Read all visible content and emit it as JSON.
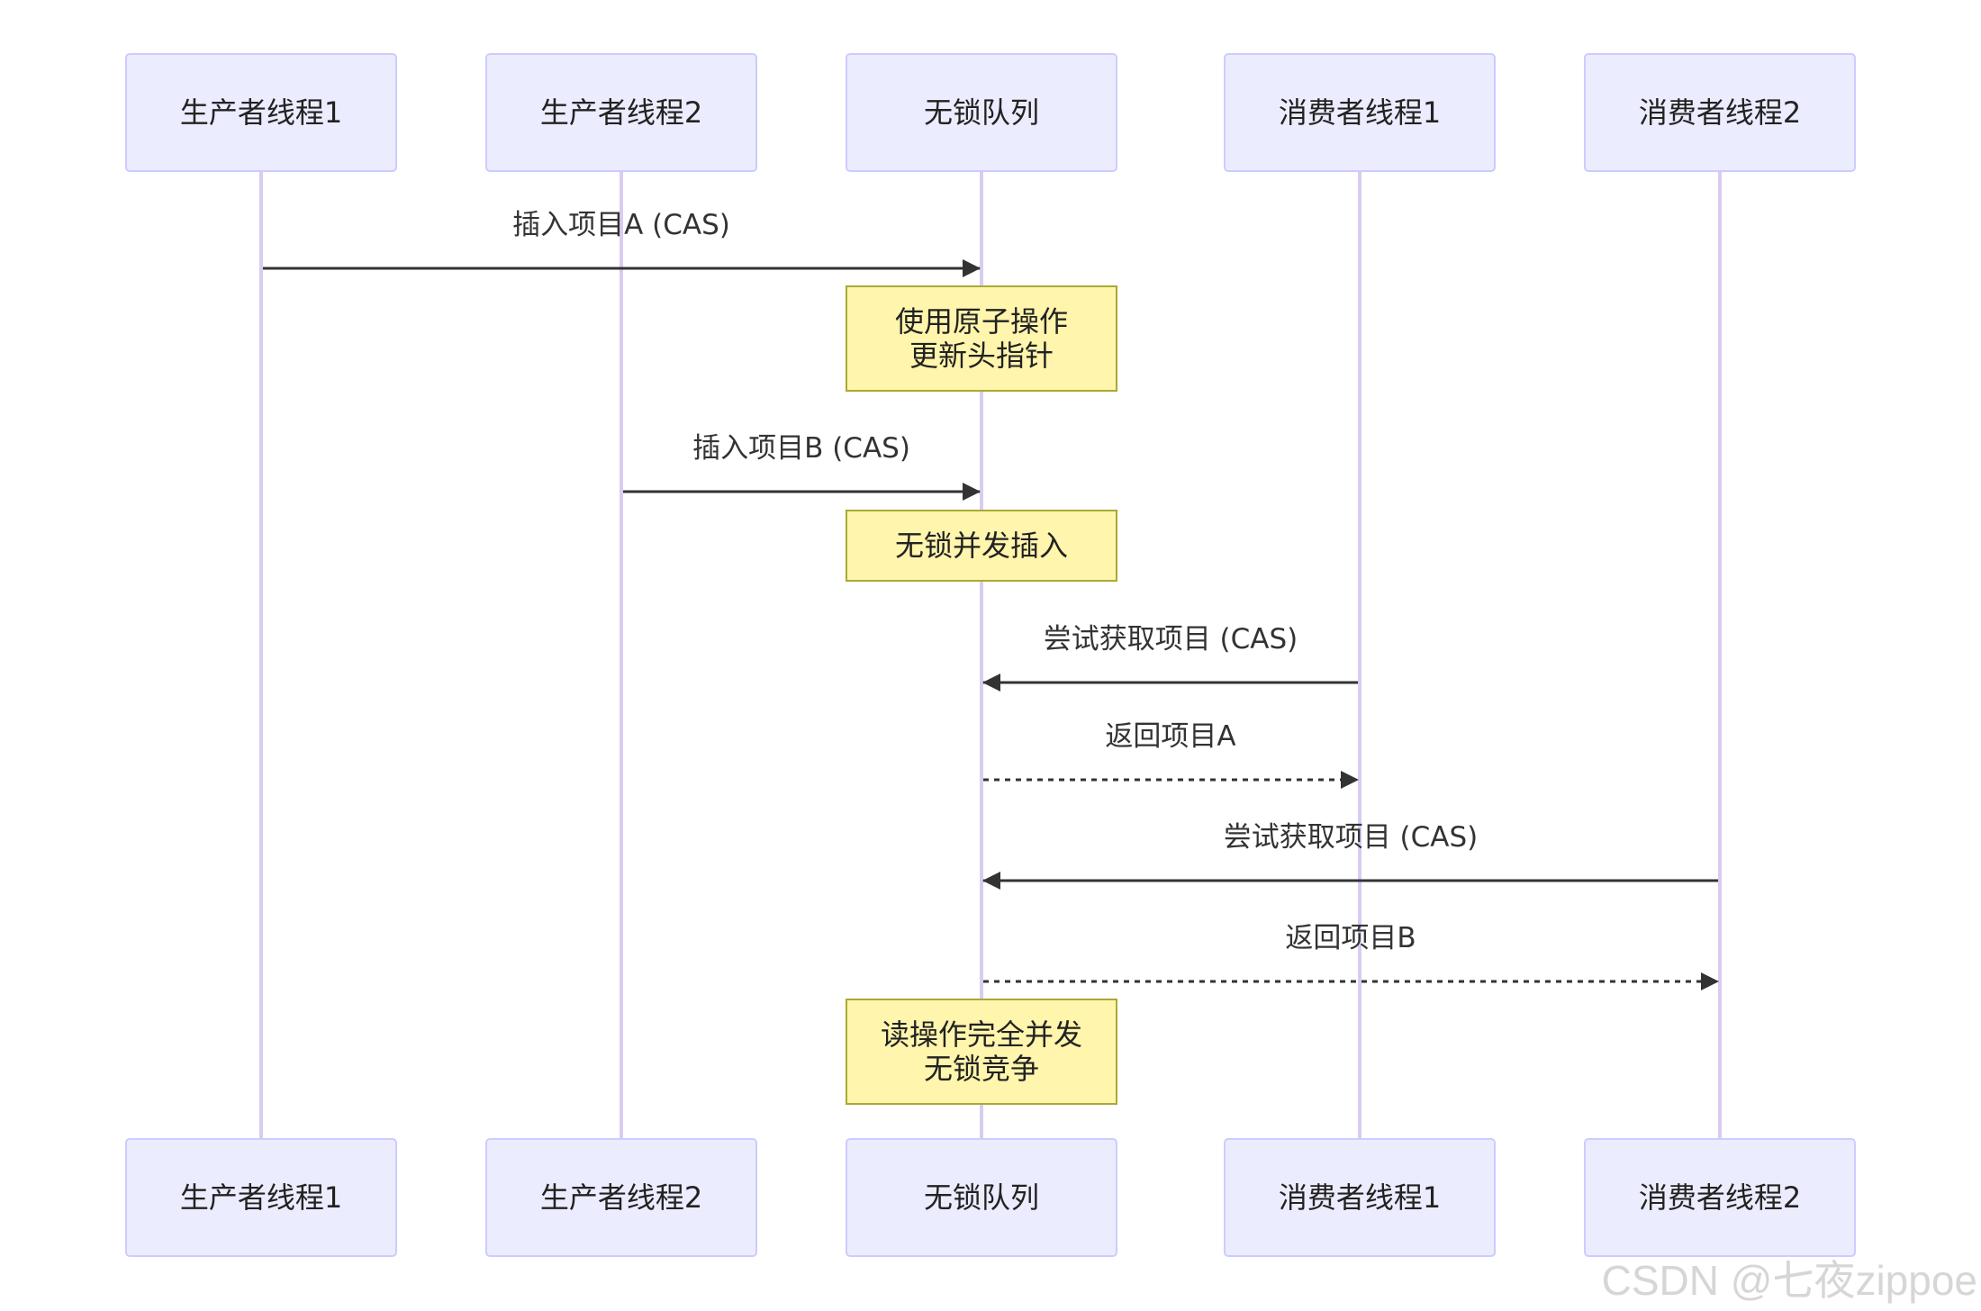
{
  "actors": [
    {
      "id": "p1",
      "label": "生产者线程1"
    },
    {
      "id": "p2",
      "label": "生产者线程2"
    },
    {
      "id": "q",
      "label": "无锁队列"
    },
    {
      "id": "c1",
      "label": "消费者线程1"
    },
    {
      "id": "c2",
      "label": "消费者线程2"
    }
  ],
  "messages": [
    {
      "from": "p1",
      "to": "q",
      "label": "插入项目A (CAS)",
      "style": "solid"
    },
    {
      "from": "p2",
      "to": "q",
      "label": "插入项目B (CAS)",
      "style": "solid"
    },
    {
      "from": "c1",
      "to": "q",
      "label": "尝试获取项目 (CAS)",
      "style": "solid"
    },
    {
      "from": "q",
      "to": "c1",
      "label": "返回项目A",
      "style": "dashed"
    },
    {
      "from": "c2",
      "to": "q",
      "label": "尝试获取项目 (CAS)",
      "style": "solid"
    },
    {
      "from": "q",
      "to": "c2",
      "label": "返回项目B",
      "style": "dashed"
    }
  ],
  "notes": [
    {
      "over": "q",
      "lines": [
        "使用原子操作",
        "更新头指针"
      ]
    },
    {
      "over": "q",
      "lines": [
        "无锁并发插入"
      ]
    },
    {
      "over": "q",
      "lines": [
        "读操作完全并发",
        "无锁竞争"
      ]
    }
  ],
  "colors": {
    "actor_fill": "#ececff",
    "actor_stroke": "#ccccff",
    "lifeline": "#d9ccf2",
    "note_fill": "#fff5ad",
    "note_stroke": "#aaaa33",
    "message": "#333333"
  },
  "watermark": "CSDN @七夜zippoe"
}
